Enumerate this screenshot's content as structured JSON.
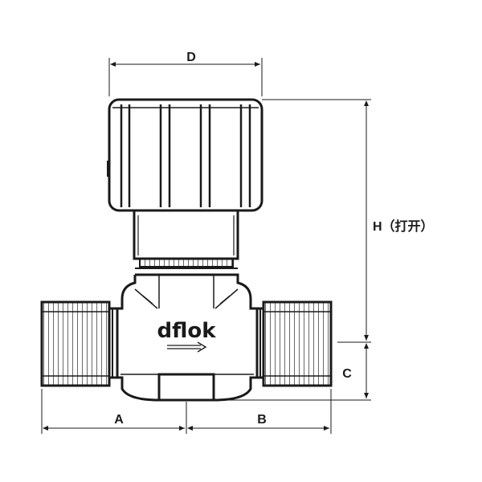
{
  "drawing": {
    "brand": "dflok",
    "dimensions": {
      "d": "D",
      "h": "H（打开）",
      "c": "C",
      "a": "A",
      "b": "B"
    },
    "colors": {
      "line": "#1a1a1a",
      "background": "#ffffff"
    },
    "icons": [
      "flow-arrow-icon"
    ]
  }
}
